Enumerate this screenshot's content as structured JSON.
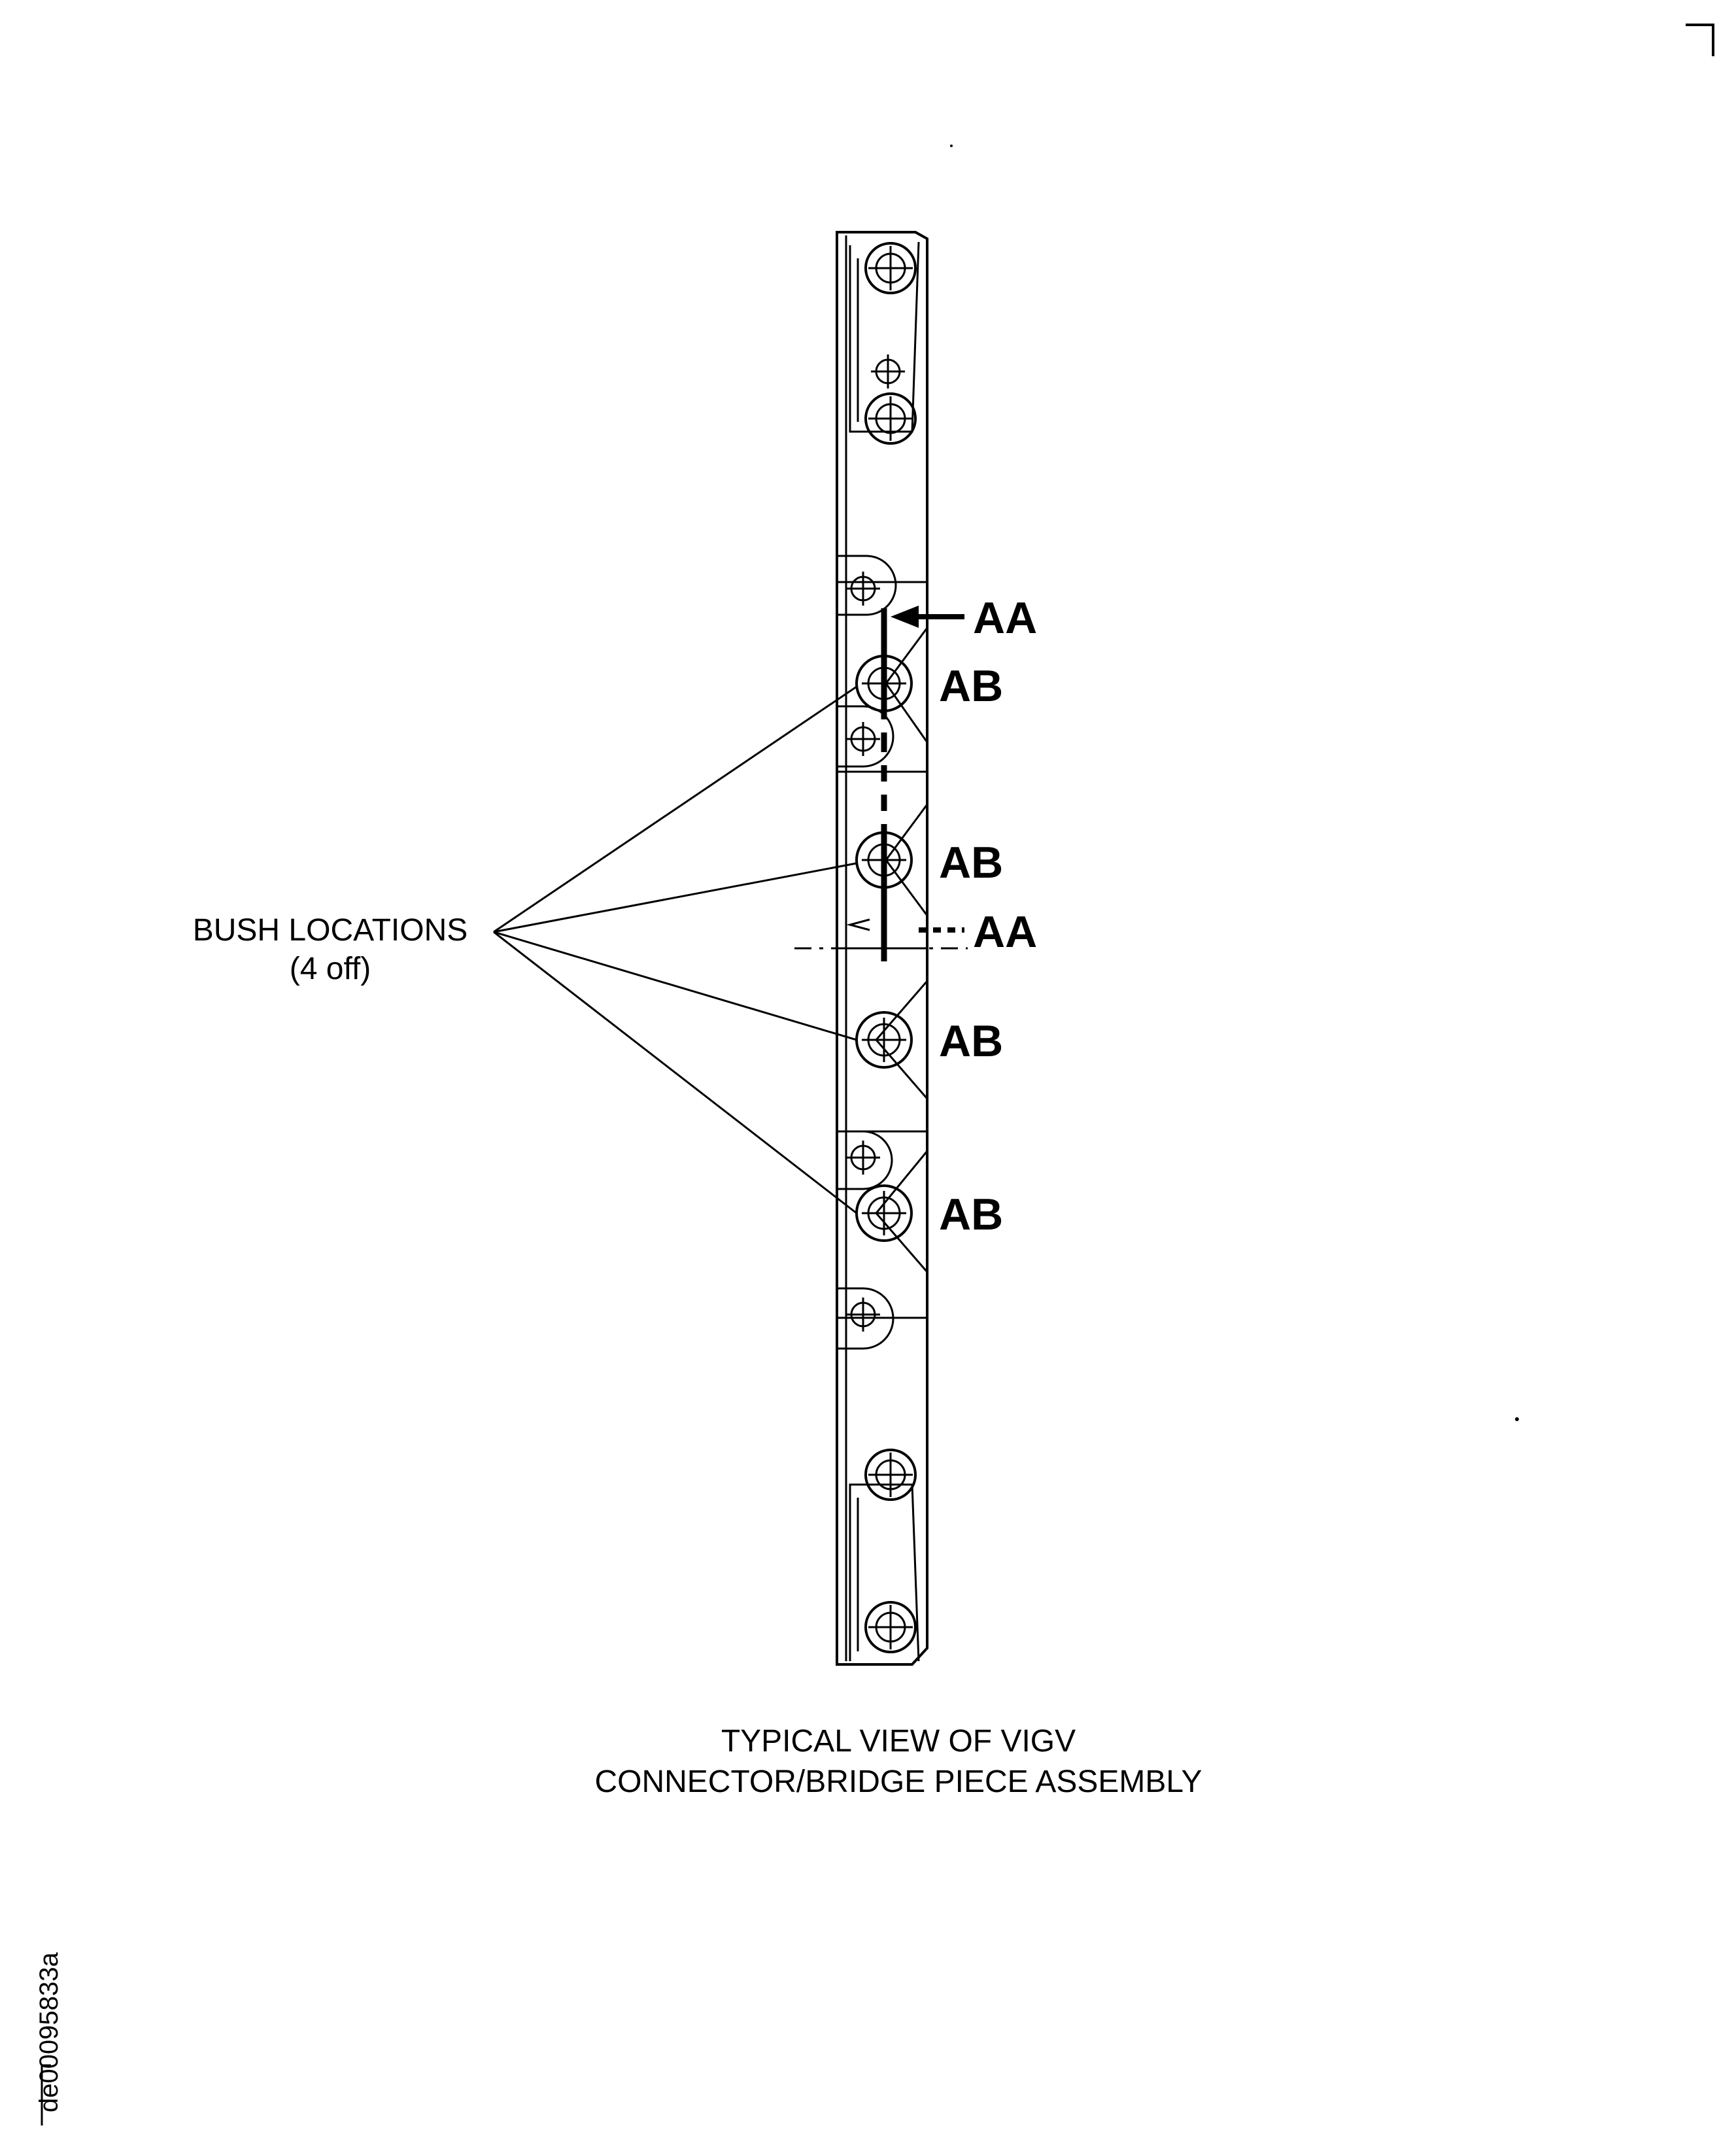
{
  "labels": {
    "section_marker_top": "AA",
    "section_marker_bottom": "AA",
    "bush_marker": "AB",
    "bush_locations_line1": "BUSH LOCATIONS",
    "bush_locations_line2": "(4 off)"
  },
  "caption": {
    "line1": "TYPICAL VIEW OF VIGV",
    "line2": "CONNECTOR/BRIDGE PIECE ASSEMBLY"
  },
  "figure_id": "de00095833a"
}
